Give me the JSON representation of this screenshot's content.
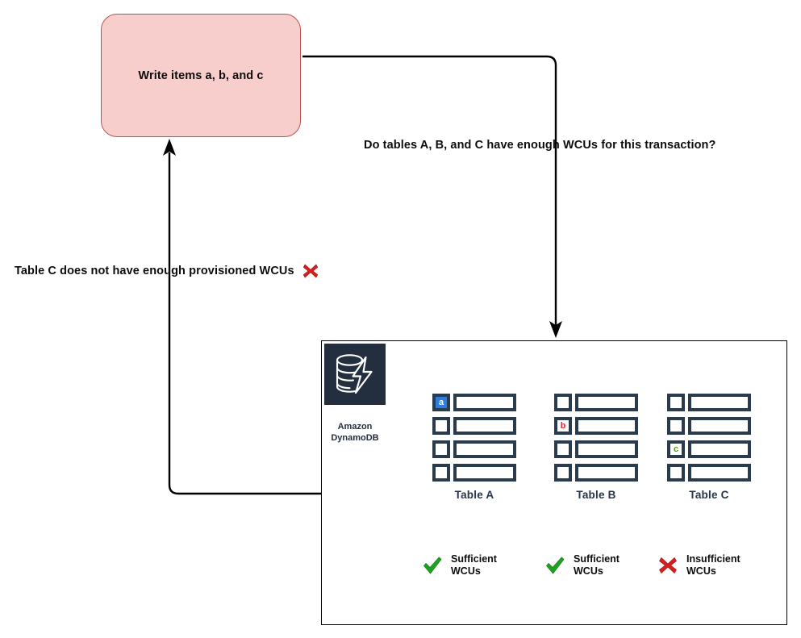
{
  "diagram": {
    "title_text": "Write items a, b, and c",
    "edges": [
      {
        "name": "check-wcus",
        "label": "Do tables A, B, and C have enough WCUs for this transaction?"
      },
      {
        "name": "insufficient-result",
        "label": "Table C does not have enough provisioned WCUs",
        "icon": "red-x-icon"
      }
    ],
    "service": {
      "icon": "amazon-dynamodb-icon",
      "caption_line1": "Amazon",
      "caption_line2": "DynamoDB",
      "tile_color": "#232f3e"
    },
    "tables": [
      {
        "name": "table-a",
        "caption": "Table A",
        "marked_row_index": 0,
        "marker": "a",
        "marker_color": "#ffffff",
        "marker_background": "#2f7ddb",
        "row_count": 4,
        "status_icon": "green-check-icon",
        "status_label": "Sufficient\nWCUs"
      },
      {
        "name": "table-b",
        "caption": "Table B",
        "marked_row_index": 1,
        "marker": "b",
        "marker_color": "#f5222d",
        "marker_background": "#ffffff",
        "row_count": 4,
        "status_icon": "green-check-icon",
        "status_label": "Sufficient\nWCUs"
      },
      {
        "name": "table-c",
        "caption": "Table C",
        "marked_row_index": 2,
        "marker": "c",
        "marker_color": "#4a9c06",
        "marker_background": "#ffffff",
        "row_count": 4,
        "status_icon": "red-x-icon",
        "status_label": "Insufficient\nWCUs"
      }
    ],
    "colors": {
      "box_fill": "#f8cecc",
      "box_stroke": "#b85450",
      "panel_stroke": "#000000",
      "table_stroke": "#2b3b4e",
      "check_green": "#20a020",
      "cross_red": "#d32020"
    }
  }
}
